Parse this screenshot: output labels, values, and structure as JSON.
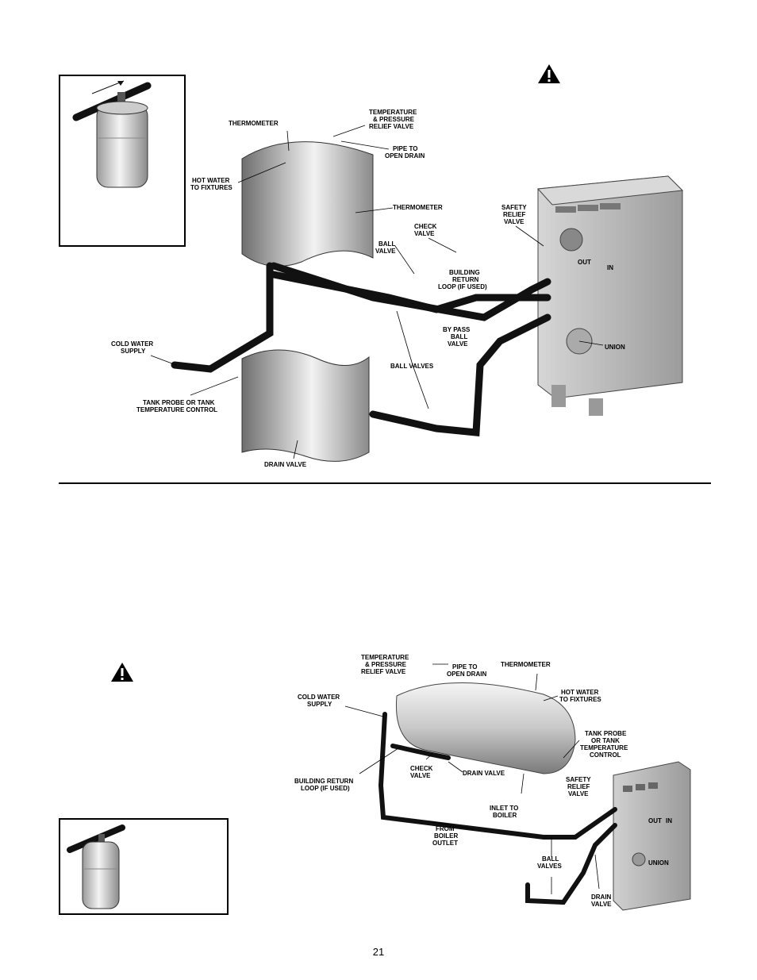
{
  "figure1": {
    "labels": {
      "thermometer_top": "THERMOMETER",
      "tp_relief_1": "TEMPERATURE",
      "tp_relief_2": "& PRESSURE",
      "tp_relief_3": "RELIEF VALVE",
      "pipe_drain_1": "PIPE TO",
      "pipe_drain_2": "OPEN DRAIN",
      "hot_water_1": "HOT WATER",
      "hot_water_2": "TO FIXTURES",
      "thermometer_side": "THERMOMETER",
      "check_valve_1": "CHECK",
      "check_valve_2": "VALVE",
      "ball_valve_1": "BALL",
      "ball_valve_2": "VALVE",
      "safety_1": "SAFETY",
      "safety_2": "RELIEF",
      "safety_3": "VALVE",
      "out": "OUT",
      "in": "IN",
      "building_return_1": "BUILDING",
      "building_return_2": "RETURN",
      "building_return_3": "LOOP (IF USED)",
      "bypass_1": "BY PASS",
      "bypass_2": "BALL",
      "bypass_3": "VALVE",
      "union": "UNION",
      "cold_water_1": "COLD WATER",
      "cold_water_2": "SUPPLY",
      "ball_valves": "BALL VALVES",
      "tank_probe_1": "TANK PROBE OR TANK",
      "tank_probe_2": "TEMPERATURE CONTROL",
      "drain_valve": "DRAIN VALVE"
    }
  },
  "figure2": {
    "labels": {
      "tp_relief_1": "TEMPERATURE",
      "tp_relief_2": "& PRESSURE",
      "tp_relief_3": "RELIEF VALVE",
      "pipe_drain_1": "PIPE TO",
      "pipe_drain_2": "OPEN DRAIN",
      "thermometer": "THERMOMETER",
      "cold_water_1": "COLD WATER",
      "cold_water_2": "SUPPLY",
      "hot_water_1": "HOT WATER",
      "hot_water_2": "TO FIXTURES",
      "tank_probe_1": "TANK PROBE",
      "tank_probe_2": "OR TANK",
      "tank_probe_3": "TEMPERATURE",
      "tank_probe_4": "CONTROL",
      "check_valve_1": "CHECK",
      "check_valve_2": "VALVE",
      "drain_valve": "DRAIN VALVE",
      "building_return_1": "BUILDING RETURN",
      "building_return_2": "LOOP (IF USED)",
      "safety_1": "SAFETY",
      "safety_2": "RELIEF",
      "safety_3": "VALVE",
      "inlet_1": "INLET TO",
      "inlet_2": "BOILER",
      "from_boiler_1": "FROM",
      "from_boiler_2": "BOILER",
      "from_boiler_3": "OUTLET",
      "ball_valves_1": "BALL",
      "ball_valves_2": "VALVES",
      "union": "UNION",
      "drain_valve_2a": "DRAIN",
      "drain_valve_2b": "VALVE",
      "out": "OUT",
      "in": "IN"
    }
  },
  "page_number": "21",
  "colors": {
    "pipe": "#111111",
    "tank_light": "#e8e8e8",
    "tank_dark": "#7a7a7a",
    "boiler": "#bdbdbd"
  }
}
